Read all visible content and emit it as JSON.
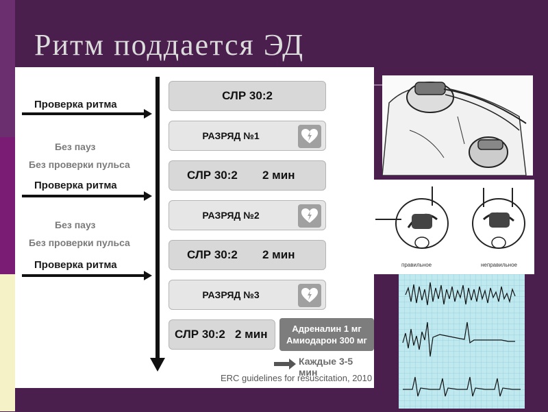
{
  "slide": {
    "title": "Ритм поддается ЭД"
  },
  "flow": {
    "left_labels": [
      {
        "text": "Проверка ритма",
        "style": "bold"
      },
      {
        "text": "Без пауз",
        "style": "grey"
      },
      {
        "text": "Без проверки пульса",
        "style": "grey"
      },
      {
        "text": "Проверка ритма",
        "style": "bold"
      },
      {
        "text": "Без пауз",
        "style": "grey"
      },
      {
        "text": "Без проверки пульса",
        "style": "grey"
      },
      {
        "text": "Проверка ритма",
        "style": "bold"
      }
    ],
    "boxes": [
      {
        "left": "СЛР 30:2",
        "right": ""
      },
      {
        "left": "РАЗРЯД №1",
        "icon": "aed-heart-icon"
      },
      {
        "left": "СЛР 30:2",
        "right": "2 мин"
      },
      {
        "left": "РАЗРЯД №2",
        "icon": "aed-heart-icon"
      },
      {
        "left": "СЛР 30:2",
        "right": "2 мин"
      },
      {
        "left": "РАЗРЯД №3",
        "icon": "aed-heart-icon"
      },
      {
        "left": "СЛР 30:2",
        "right": "2 мин"
      }
    ],
    "drugs": {
      "line1": "Адреналин 1 мг",
      "line2": "Амиодарон 300 мг"
    },
    "every": "Каждые 3-5 мин",
    "source": "ERC guidelines for resuscitation, 2010"
  },
  "illustrations": {
    "hand_caption_left": "правильное",
    "hand_caption_right": "неправильное"
  },
  "colors": {
    "background": "#4a1f4e",
    "panel": "#ffffff",
    "box": "#d8d8d8",
    "drug_box": "#7d7d7d",
    "ecg_grid": "#bfe8ef"
  }
}
